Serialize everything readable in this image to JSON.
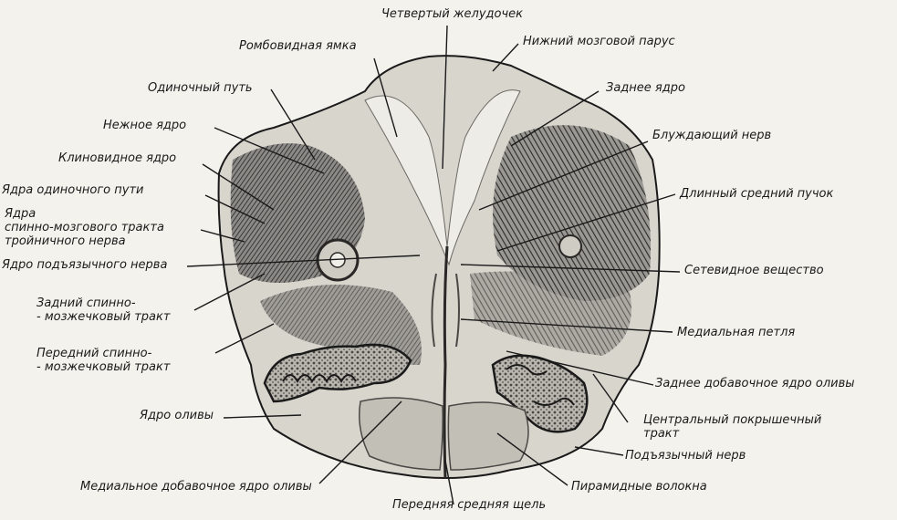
{
  "labels": {
    "fourth_ventricle": "Четвертый желудочек",
    "rhomboid_fossa": "Ромбовидная ямка",
    "inferior_medullary_velum": "Нижний мозговой парус",
    "solitary_tract": "Одиночный путь",
    "posterior_nucleus": "Заднее ядро",
    "gracile_nucleus": "Нежное ядро",
    "vagus_nerve": "Блуждающий нерв",
    "cuneate_nucleus": "Клиновидное ядро",
    "solitary_tract_nuclei": "Ядра одиночного пути",
    "medial_longitudinal_fasciculus": "Длинный средний пучок",
    "spinal_trigeminal_nuclei": "Ядра\nспинно-мозгового тракта\nтройничного нерва",
    "hypoglossal_nucleus": "Ядро подъязычного нерва",
    "reticular_formation": "Сетевидное вещество",
    "posterior_spinocerebellar_tract": "Задний спинно-\n- мозжечковый тракт",
    "medial_lemniscus": "Медиальная петля",
    "anterior_spinocerebellar_tract": "Передний спинно-\n- мозжечковый тракт",
    "dorsal_accessory_olive": "Заднее добавочное ядро оливы",
    "olive_nucleus": "Ядро оливы",
    "central_tegmental_tract": "Центральный покрышечный\nтракт",
    "hypoglossal_nerve": "Подъязычный нерв",
    "medial_accessory_olive": "Медиальное добавочное ядро оливы",
    "pyramidal_fibers": "Пирамидные волокна",
    "anterior_median_fissure": "Передняя средняя щель"
  },
  "colors": {
    "background": "#f4f2ec",
    "tissue_light": "#dcd9d2",
    "tissue_dark": "#3a3836",
    "line": "#1a1a1a"
  }
}
